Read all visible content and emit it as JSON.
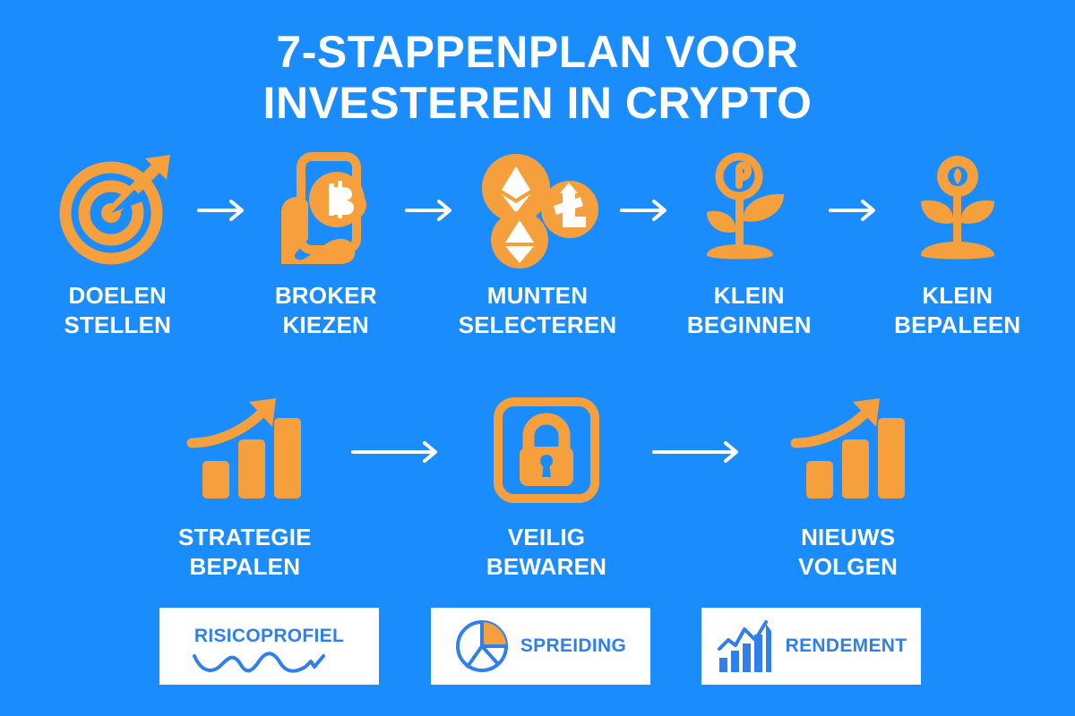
{
  "colors": {
    "background": "#1a8cfb",
    "accent_orange": "#f5a03c",
    "text_white": "#ffffff",
    "card_background": "#ffffff",
    "card_text_blue": "#2f80ed"
  },
  "title": {
    "line1": "7-STAPPENPLAN VOOR",
    "line2": "INVESTEREN IN CRYPTO"
  },
  "row1": [
    {
      "icon": "target-arrow-icon",
      "line1": "DOELEN",
      "line2": "STELLEN"
    },
    {
      "icon": "hand-phone-bitcoin-icon",
      "line1": "BROKER",
      "line2": "KIEZEN"
    },
    {
      "icon": "crypto-coins-icon",
      "line1": "MUNTEN",
      "line2": "SELECTEREN"
    },
    {
      "icon": "sprout-coin-icon",
      "line1": "KLEIN",
      "line2": "BEGINNEN"
    },
    {
      "icon": "plant-coin-icon",
      "line1": "KLEIN",
      "line2": "BEPALEEN"
    }
  ],
  "row2": [
    {
      "icon": "growth-bar-chart-icon",
      "line1": "STRATEGIE",
      "line2": "BEPALEN"
    },
    {
      "icon": "padlock-icon",
      "line1": "VEILIG",
      "line2": "BEWAREN"
    },
    {
      "icon": "growth-bar-chart-icon",
      "line1": "NIEUWS",
      "line2": "VOLGEN"
    }
  ],
  "arrow_icon": "arrow-right-icon",
  "cards": [
    {
      "icon": "volatility-line-icon",
      "label": "RISICOPROFIEL"
    },
    {
      "icon": "pie-chart-icon",
      "label": "SPREIDING"
    },
    {
      "icon": "bar-line-chart-icon",
      "label": "RENDEMENT"
    }
  ]
}
